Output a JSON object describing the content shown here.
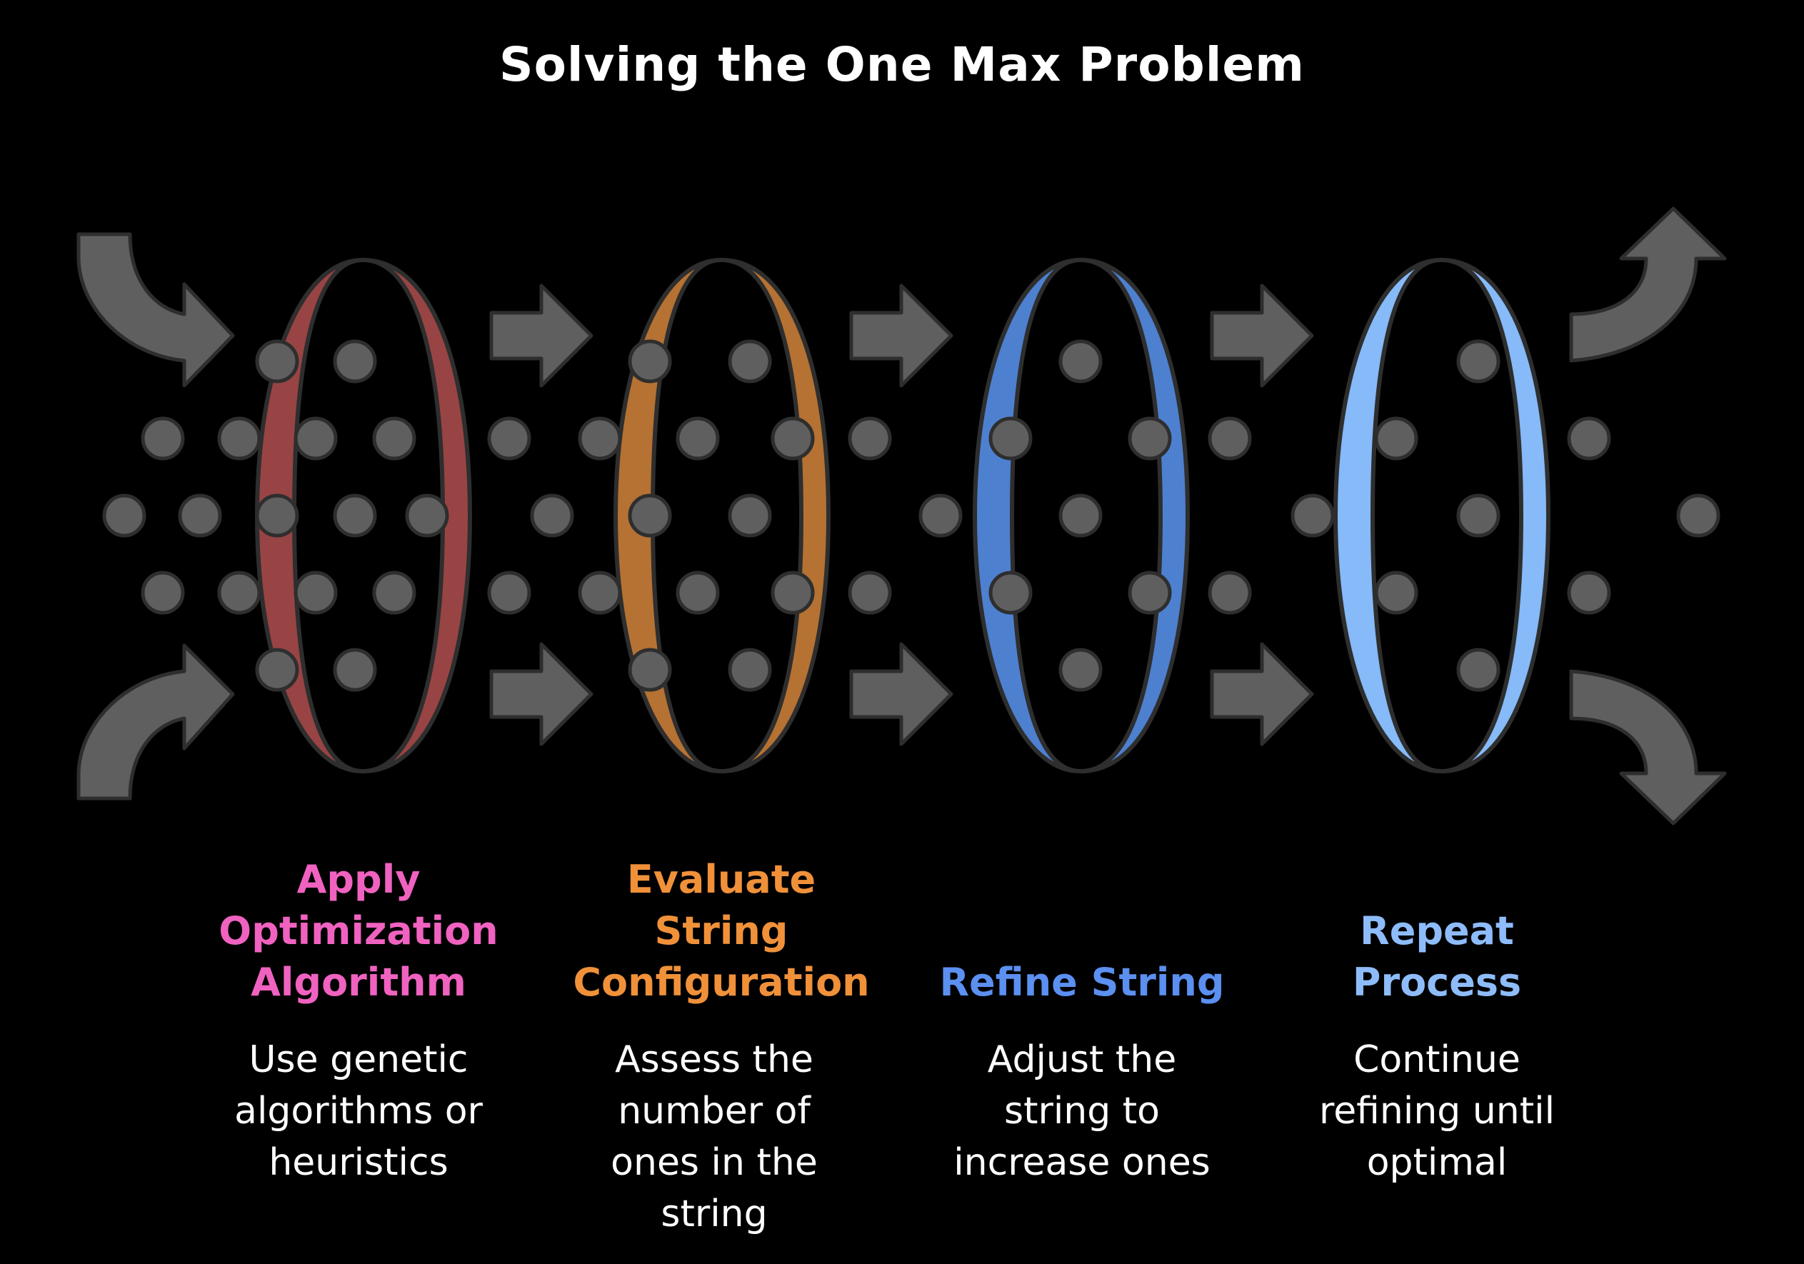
{
  "title": "Solving the One Max Problem",
  "steps": [
    {
      "title_lines": [
        "Apply",
        "Optimization",
        "Algorithm"
      ],
      "desc_lines": [
        "Use genetic",
        "algorithms or",
        "heuristics"
      ],
      "title_color": "#f062c0",
      "ring_color": "#984444"
    },
    {
      "title_lines": [
        "Evaluate",
        "String",
        "Configuration"
      ],
      "desc_lines": [
        "Assess the",
        "number of",
        "ones in the",
        "string"
      ],
      "title_color": "#f0913a",
      "ring_color": "#b57233"
    },
    {
      "title_lines": [
        "Refine String"
      ],
      "desc_lines": [
        "Adjust the",
        "string to",
        "increase ones"
      ],
      "title_color": "#5b8ff0",
      "ring_color": "#4e80d0"
    },
    {
      "title_lines": [
        "Repeat",
        "Process"
      ],
      "desc_lines": [
        "Continue",
        "refining until",
        "optimal"
      ],
      "title_color": "#8ebcfa",
      "ring_color": "#86baf8"
    }
  ],
  "colors": {
    "background": "#000000",
    "arrow": "#5f5f5f",
    "dot": "#5f5f5f",
    "outline": "#2e2e2e",
    "text": "#ffffff"
  },
  "icons": {
    "arrow": "right-arrow-icon",
    "curved_in_top": "curved-arrow-in-top-icon",
    "curved_in_bottom": "curved-arrow-in-bottom-icon",
    "curved_out_top": "curved-arrow-out-top-icon",
    "curved_out_bottom": "curved-arrow-out-bottom-icon"
  }
}
